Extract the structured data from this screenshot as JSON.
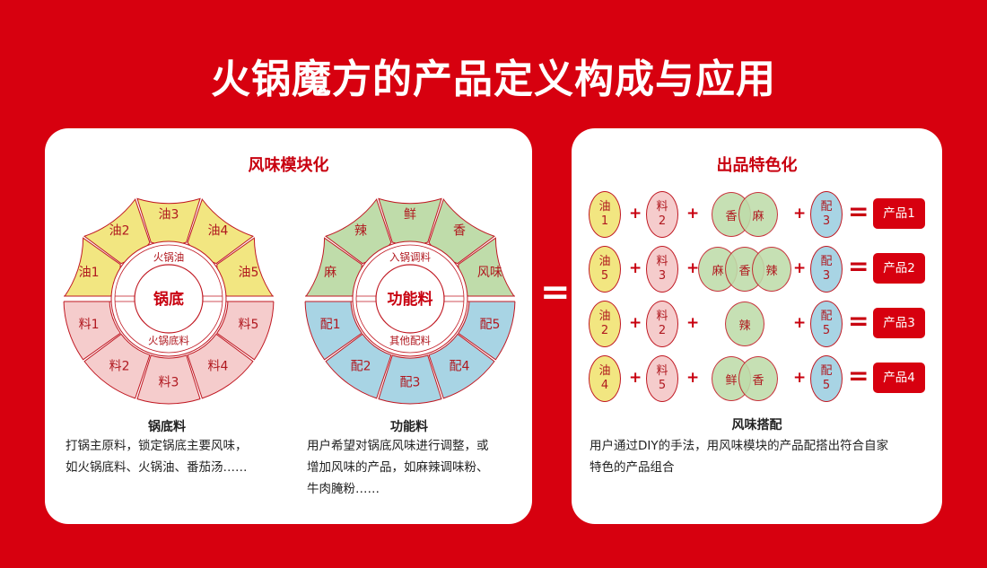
{
  "page_title": "火锅魔方的产品定义构成与应用",
  "left_card": {
    "title": "风味模块化",
    "wheel_base": {
      "center": "锅底",
      "top_ring_label": "火锅油",
      "bottom_ring_label": "火锅底料",
      "top_segments": [
        "油1",
        "油2",
        "油3",
        "油4",
        "油5"
      ],
      "bottom_segments": [
        "料1",
        "料2",
        "料3",
        "料4",
        "料5"
      ]
    },
    "wheel_function": {
      "center": "功能料",
      "top_ring_label": "入锅调料",
      "bottom_ring_label": "其他配料",
      "top_segments": [
        "麻",
        "辣",
        "鲜",
        "香",
        "风味"
      ],
      "bottom_segments": [
        "配1",
        "配2",
        "配3",
        "配4",
        "配5"
      ]
    },
    "desc_base": {
      "head": "锅底料",
      "lines": [
        "打锅主原料，锁定锅底主要风味，",
        "如火锅底料、火锅油、番茄汤……"
      ]
    },
    "desc_function": {
      "head": "功能料",
      "lines": [
        "用户希望对锅底风味进行调整，或",
        "增加风味的产品，如麻辣调味粉、",
        "牛肉腌粉……"
      ]
    }
  },
  "plus_symbol": "+",
  "equals_symbol": "=",
  "right_card": {
    "title": "出品特色化",
    "rows": [
      {
        "oil": [
          "油",
          "1"
        ],
        "liao": [
          "料",
          "2"
        ],
        "flavors": [
          "香",
          "麻"
        ],
        "pei": [
          "配",
          "3"
        ],
        "product": "产品1"
      },
      {
        "oil": [
          "油",
          "5"
        ],
        "liao": [
          "料",
          "3"
        ],
        "flavors": [
          "麻",
          "香",
          "辣"
        ],
        "pei": [
          "配",
          "3"
        ],
        "product": "产品2"
      },
      {
        "oil": [
          "油",
          "2"
        ],
        "liao": [
          "料",
          "2"
        ],
        "flavors": [
          "辣"
        ],
        "pei": [
          "配",
          "5"
        ],
        "product": "产品3"
      },
      {
        "oil": [
          "油",
          "4"
        ],
        "liao": [
          "料",
          "5"
        ],
        "flavors": [
          "鲜",
          "香"
        ],
        "pei": [
          "配",
          "5"
        ],
        "product": "产品4"
      }
    ],
    "desc": {
      "head": "风味搭配",
      "lines": [
        "用户通过DIY的手法，用风味模块的产品配搭出符合自家",
        "特色的产品组合"
      ]
    }
  },
  "colors": {
    "brand_red": "#d7000f",
    "oil_yellow": "#f2e681",
    "liao_pink": "#f5cccc",
    "flavor_green": "#bfdcaa",
    "pei_blue": "#a8d4e4"
  }
}
